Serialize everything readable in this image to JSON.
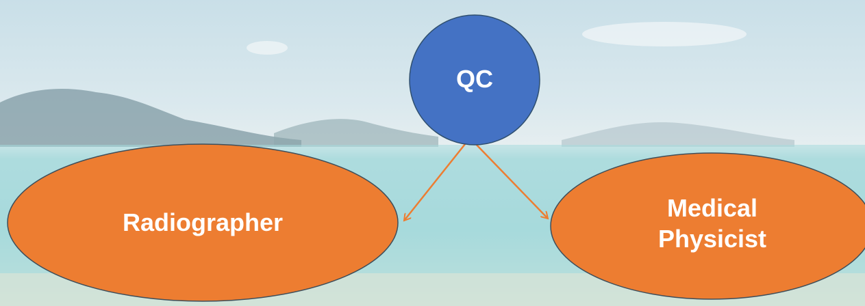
{
  "nodes": {
    "qc": {
      "label": "QC"
    },
    "radiographer": {
      "label": "Radiographer"
    },
    "medical_physicist": {
      "label": "Medical\nPhysicist"
    }
  },
  "colors": {
    "qc_fill": "#4472C4",
    "role_fill": "#ED7D31",
    "arrow": "#ED7D31",
    "outline": "#2F4F6F"
  }
}
